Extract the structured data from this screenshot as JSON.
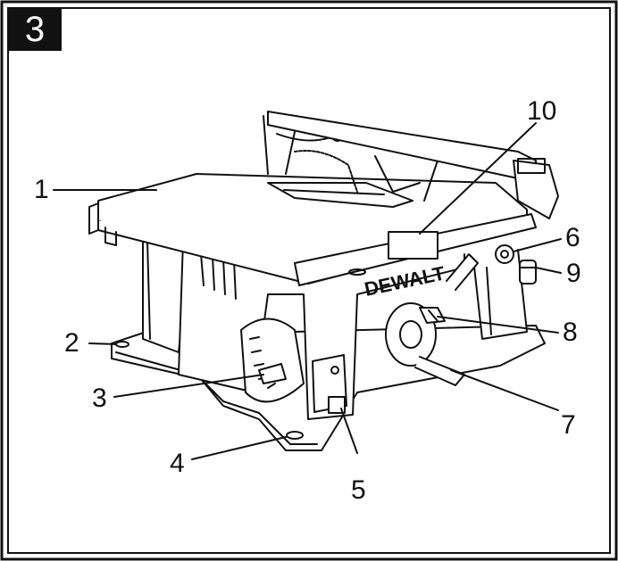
{
  "figure": {
    "number": "3",
    "brand": "DEWALT"
  },
  "callouts": [
    {
      "id": "1",
      "label": "1"
    },
    {
      "id": "2",
      "label": "2"
    },
    {
      "id": "3",
      "label": "3"
    },
    {
      "id": "4",
      "label": "4"
    },
    {
      "id": "5",
      "label": "5"
    },
    {
      "id": "6",
      "label": "6"
    },
    {
      "id": "7",
      "label": "7"
    },
    {
      "id": "8",
      "label": "8"
    },
    {
      "id": "9",
      "label": "9"
    },
    {
      "id": "10",
      "label": "10"
    }
  ],
  "colors": {
    "ink": "#111111",
    "paper": "#ffffff"
  }
}
